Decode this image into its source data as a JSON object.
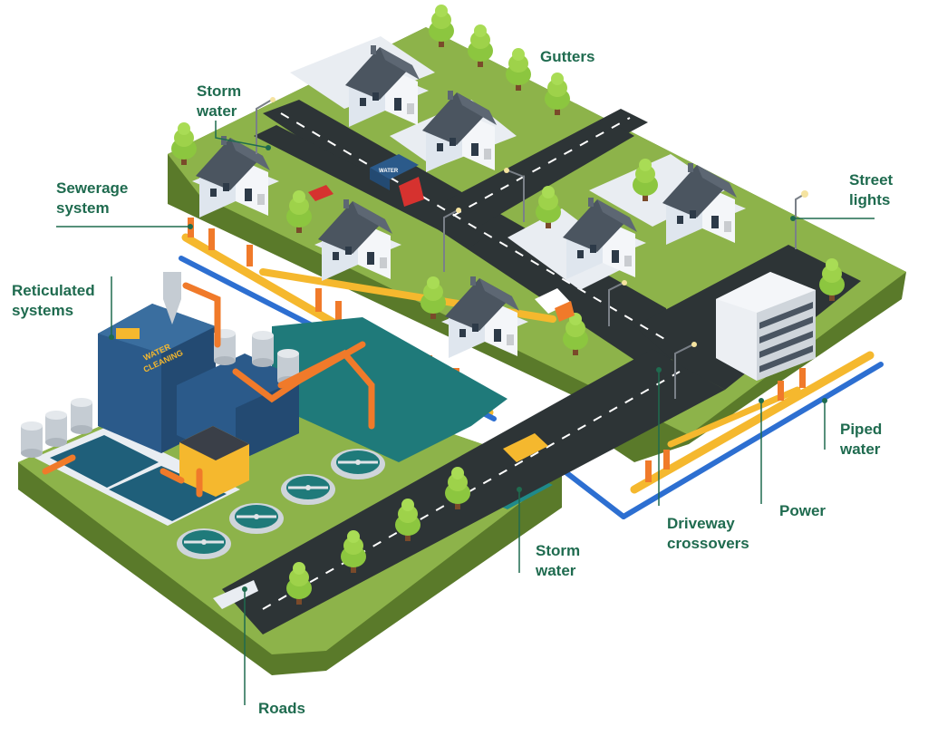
{
  "labels": {
    "storm_water_top_line1": "Storm",
    "storm_water_top_line2": "water",
    "gutters": "Gutters",
    "sewerage_line1": "Sewerage",
    "sewerage_line2": "system",
    "street_lights_line1": "Street",
    "street_lights_line2": "lights",
    "reticulated_line1": "Reticulated",
    "reticulated_line2": "systems",
    "piped_water_line1": "Piped",
    "piped_water_line2": "water",
    "power": "Power",
    "driveway_line1": "Driveway",
    "driveway_line2": "crossovers",
    "storm_water_bottom_line1": "Storm",
    "storm_water_bottom_line2": "water",
    "roads": "Roads"
  },
  "signage": {
    "plant_sign_line1": "WATER",
    "plant_sign_line2": "CLEANING",
    "truck_label": "WATER"
  },
  "colors": {
    "label_text": "#1f6b4f",
    "leader_line": "#1f6b4f",
    "grass": "#8db34a",
    "ground_side": "#5a7a2a",
    "road": "#2d3436",
    "power_pipe": "#f5b82e",
    "water_pipe": "#2d6fd1",
    "support_post": "#f07a2a",
    "pond": "#1f7a7a",
    "building": "#2b5a8a"
  }
}
